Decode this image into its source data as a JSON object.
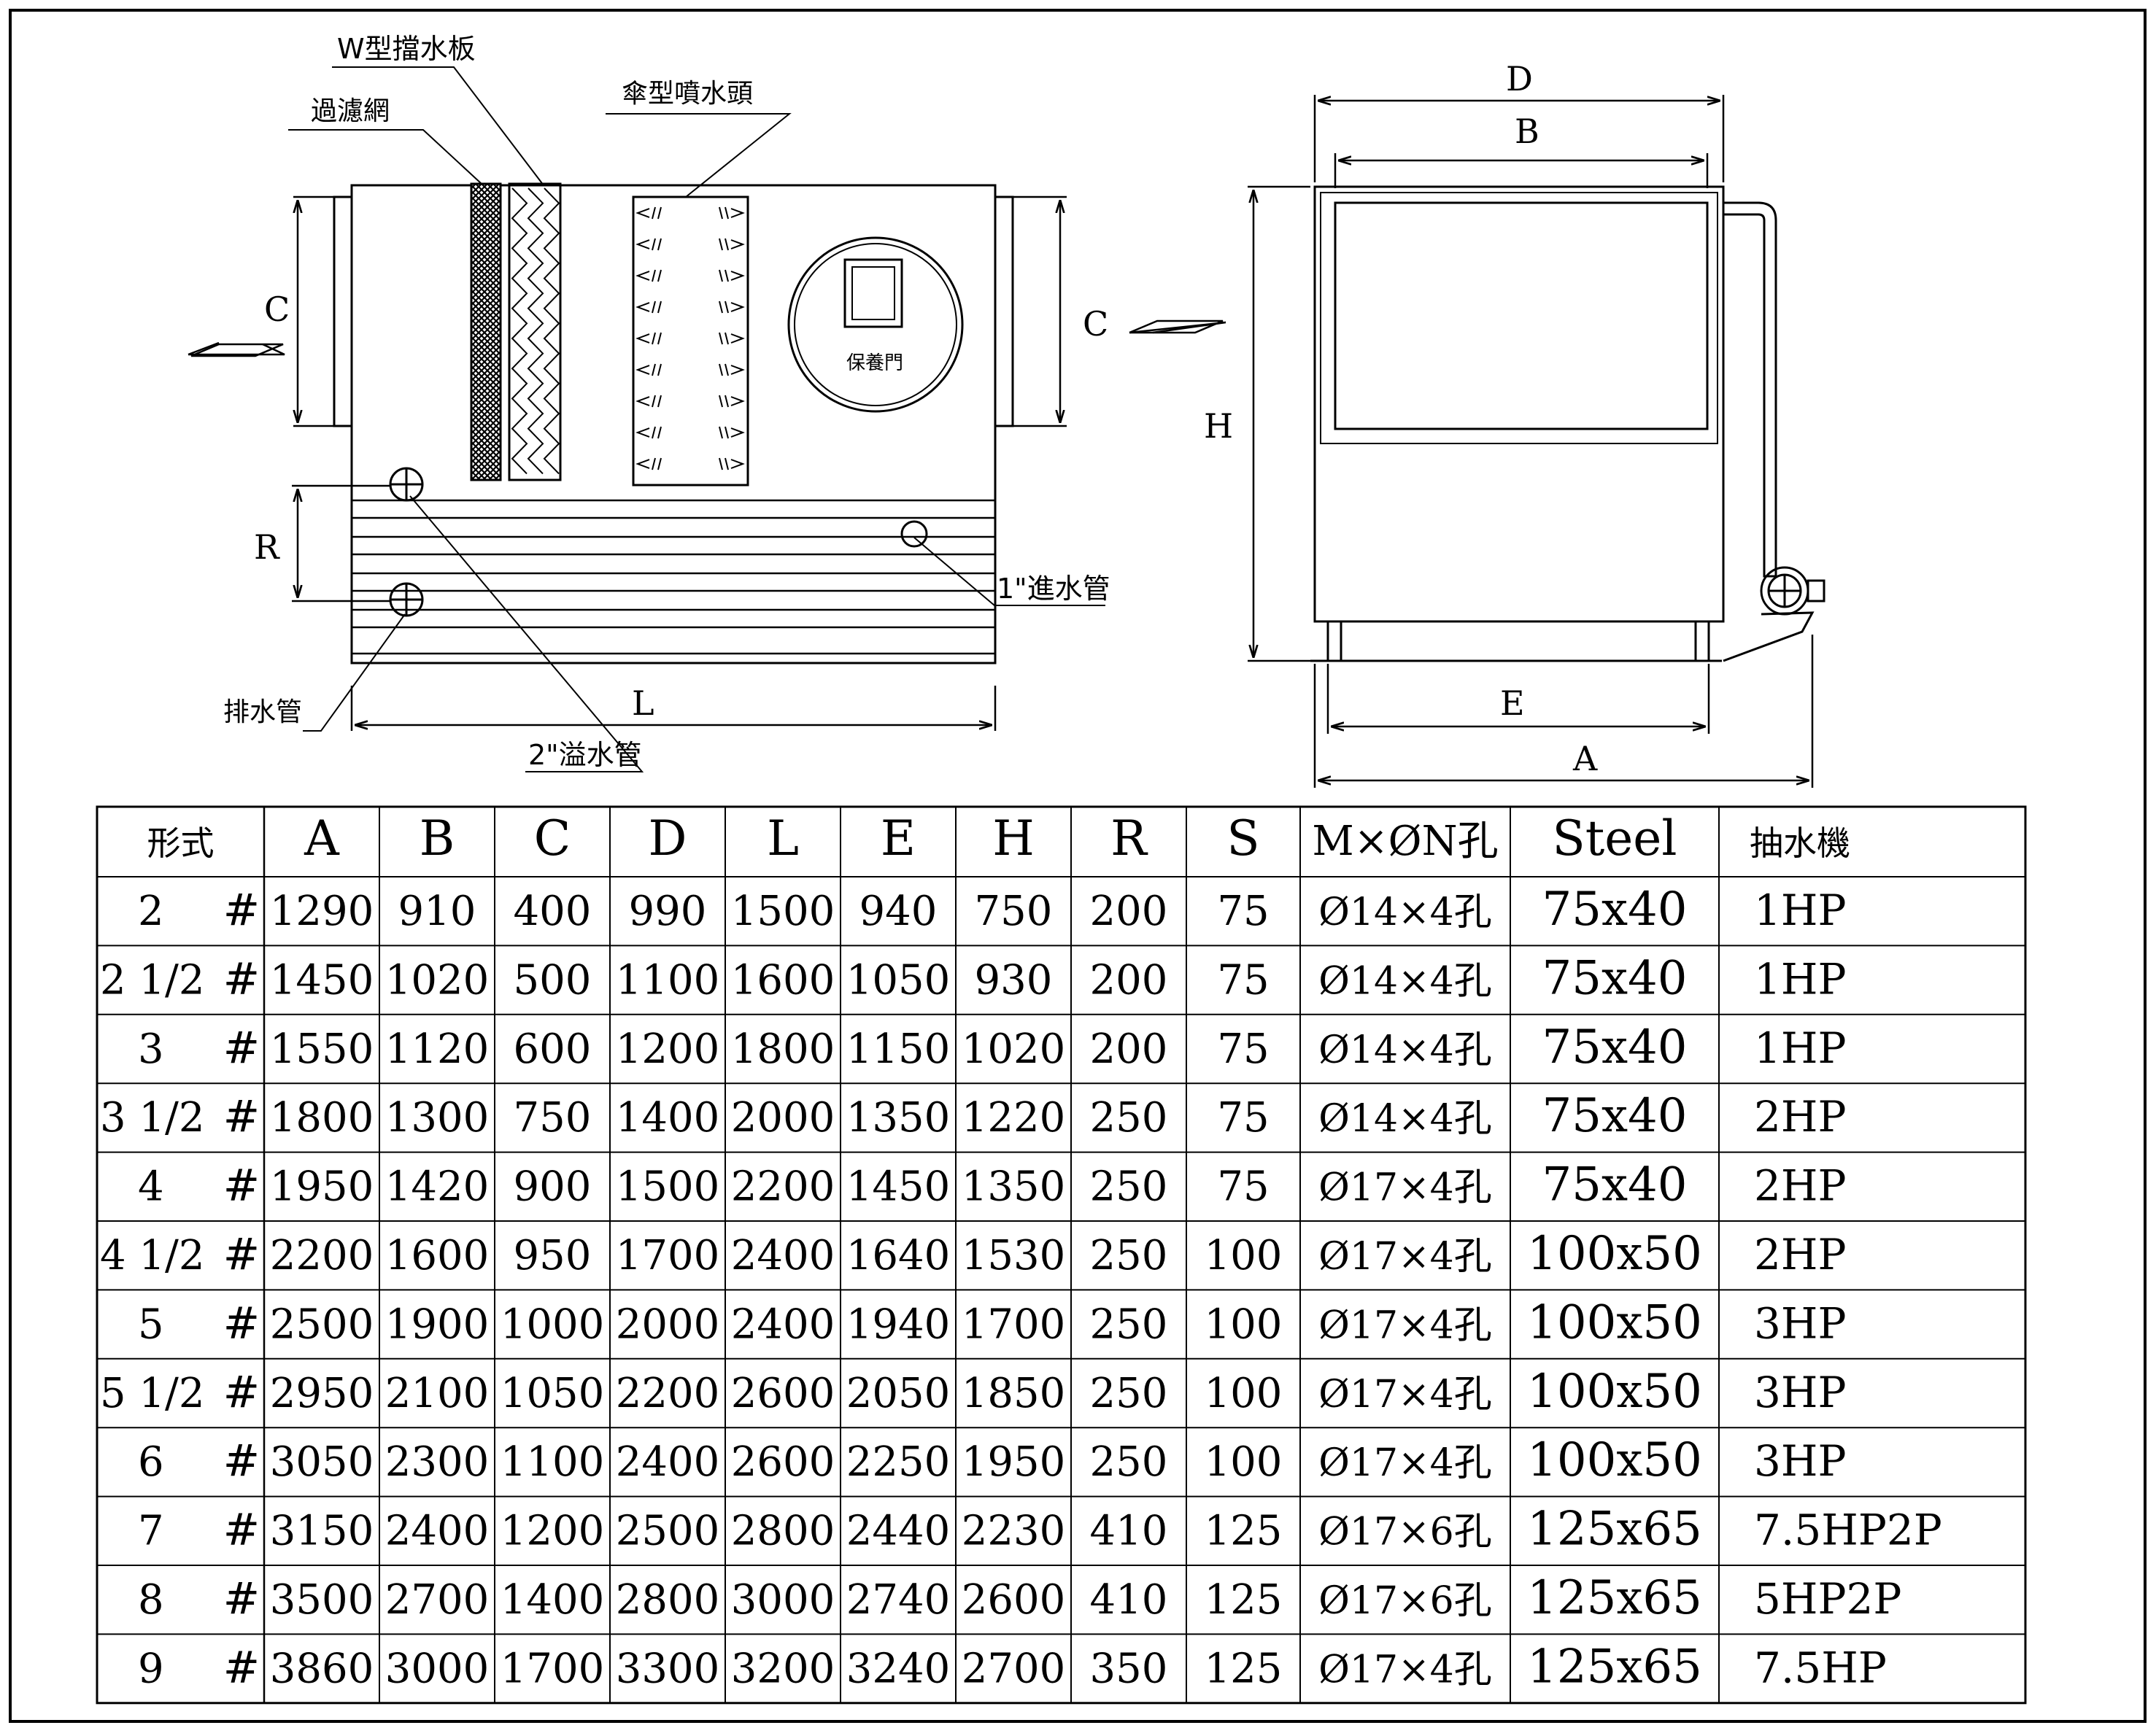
{
  "drawing": {
    "labels": {
      "w_baffle": "W型擋水板",
      "filter": "過濾網",
      "nozzle": "傘型噴水頭",
      "door": "保養門",
      "inlet": "1\"進水管",
      "drain": "排水管",
      "overflow": "2\"溢水管"
    },
    "dims": {
      "c_left": "C",
      "c_right": "C",
      "r": "R",
      "l": "L",
      "d": "D",
      "b": "B",
      "h": "H",
      "e": "E",
      "a": "A"
    }
  },
  "table": {
    "headers": [
      "形式",
      "A",
      "B",
      "C",
      "D",
      "L",
      "E",
      "H",
      "R",
      "S",
      "M×ØN孔",
      "Steel",
      "抽水機"
    ],
    "rows": [
      [
        "2",
        "1290",
        "910",
        "400",
        "990",
        "1500",
        "940",
        "750",
        "200",
        "75",
        "Ø14×4孔",
        "75x40",
        "1HP"
      ],
      [
        "2 1/2",
        "1450",
        "1020",
        "500",
        "1100",
        "1600",
        "1050",
        "930",
        "200",
        "75",
        "Ø14×4孔",
        "75x40",
        "1HP"
      ],
      [
        "3",
        "1550",
        "1120",
        "600",
        "1200",
        "1800",
        "1150",
        "1020",
        "200",
        "75",
        "Ø14×4孔",
        "75x40",
        "1HP"
      ],
      [
        "3 1/2",
        "1800",
        "1300",
        "750",
        "1400",
        "2000",
        "1350",
        "1220",
        "250",
        "75",
        "Ø14×4孔",
        "75x40",
        "2HP"
      ],
      [
        "4",
        "1950",
        "1420",
        "900",
        "1500",
        "2200",
        "1450",
        "1350",
        "250",
        "75",
        "Ø17×4孔",
        "75x40",
        "2HP"
      ],
      [
        "4 1/2",
        "2200",
        "1600",
        "950",
        "1700",
        "2400",
        "1640",
        "1530",
        "250",
        "100",
        "Ø17×4孔",
        "100x50",
        "2HP"
      ],
      [
        "5",
        "2500",
        "1900",
        "1000",
        "2000",
        "2400",
        "1940",
        "1700",
        "250",
        "100",
        "Ø17×4孔",
        "100x50",
        "3HP"
      ],
      [
        "5 1/2",
        "2950",
        "2100",
        "1050",
        "2200",
        "2600",
        "2050",
        "1850",
        "250",
        "100",
        "Ø17×4孔",
        "100x50",
        "3HP"
      ],
      [
        "6",
        "3050",
        "2300",
        "1100",
        "2400",
        "2600",
        "2250",
        "1950",
        "250",
        "100",
        "Ø17×4孔",
        "100x50",
        "3HP"
      ],
      [
        "7",
        "3150",
        "2400",
        "1200",
        "2500",
        "2800",
        "2440",
        "2230",
        "410",
        "125",
        "Ø17×6孔",
        "125x65",
        "7.5HP2P"
      ],
      [
        "8",
        "3500",
        "2700",
        "1400",
        "2800",
        "3000",
        "2740",
        "2600",
        "410",
        "125",
        "Ø17×6孔",
        "125x65",
        "5HP2P"
      ],
      [
        "9",
        "3860",
        "3000",
        "1700",
        "3300",
        "3200",
        "3240",
        "2700",
        "350",
        "125",
        "Ø17×4孔",
        "125x65",
        "7.5HP"
      ]
    ],
    "row_suffix": "#"
  }
}
